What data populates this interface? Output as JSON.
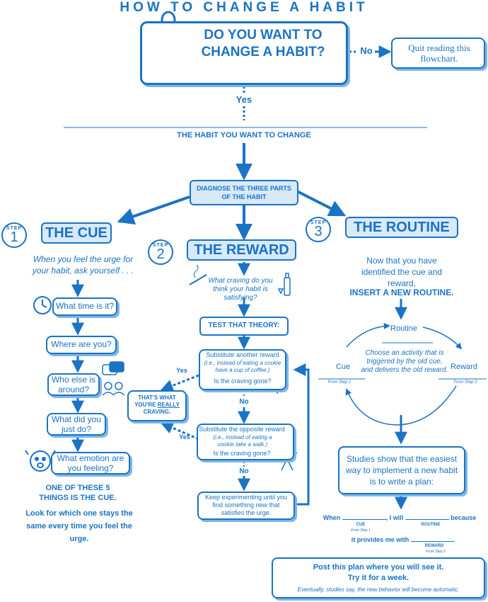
{
  "title": "HOW TO CHANGE A HABIT",
  "question": "DO YOU WANT TO CHANGE A HABIT?",
  "no_label": "No",
  "quit_text": "Quit reading this flowchart.",
  "yes_label": "Yes",
  "habit_label": "THE HABIT YOU WANT TO CHANGE",
  "diagnose": "DIAGNOSE THE THREE PARTS OF THE HABIT",
  "step_word": "STEP",
  "cue": {
    "step_num": "1",
    "title": "THE CUE",
    "intro": "When you feel the urge for your habit, ask yourself . . .",
    "questions": [
      "What time is it?",
      "Where are you?",
      "Who else is around?",
      "What did you just do?",
      "What emotion are you feeling?"
    ],
    "conclusion": "ONE OF THESE 5 THINGS IS THE CUE.",
    "advice": "Look for which one stays the same every time you feel the urge."
  },
  "reward": {
    "step_num": "2",
    "title": "THE REWARD",
    "craving_q": "What craving do you think your habit is satisfying?",
    "test": "TEST THAT THEORY:",
    "sub1_title": "Substitute another reward",
    "sub1_example": "(i.e., instead of eating a cookie have a cup of coffee.)",
    "sub1_q": "Is the craving gone?",
    "yes1": "Yes",
    "no1": "No",
    "sub2_title": "Substitute the opposite reward",
    "sub2_example": "(i.e., instead of eating a cookie take a walk.)",
    "sub2_q": "Is the craving gone?",
    "yes2": "Yes",
    "no2": "No",
    "keep": "Keep experimenting until you find something new that satisfies the urge.",
    "craving_pre": "THAT'S WHAT YOU'RE",
    "craving_really": "REALLY",
    "craving_post": "CRAVING."
  },
  "routine": {
    "step_num": "3",
    "title": "THE ROUTINE",
    "intro": "Now that you have identified the cue and reward,",
    "insert": "INSERT A NEW ROUTINE.",
    "loop_routine": "Routine",
    "loop_cue": "Cue",
    "loop_reward": "Reward",
    "loop_from1": "From Step 1",
    "loop_from2": "From Step 2",
    "loop_text": "Choose an activity that is triggered by the old cue, and delivers the old reward.",
    "studies": "Studies show that the easiest way to implement a new habit is to write a plan:",
    "plan_when": "When",
    "plan_i_will": ", I will",
    "plan_because": "because",
    "plan_provides": "it provides me with",
    "plan_cue": "CUE",
    "plan_routine": "ROUTINE",
    "plan_reward": "REWARD",
    "plan_from1": "From Step 1",
    "plan_from2": "From Step 2",
    "post": "Post this plan where you will see it.",
    "try": "Try it for a week.",
    "eventually": "Eventually, studies say, the new behavior will become automatic."
  },
  "colors": {
    "primary": "#1a73c4",
    "header_fill": "#d8e9f8",
    "shadow": "#7fb6e6"
  }
}
